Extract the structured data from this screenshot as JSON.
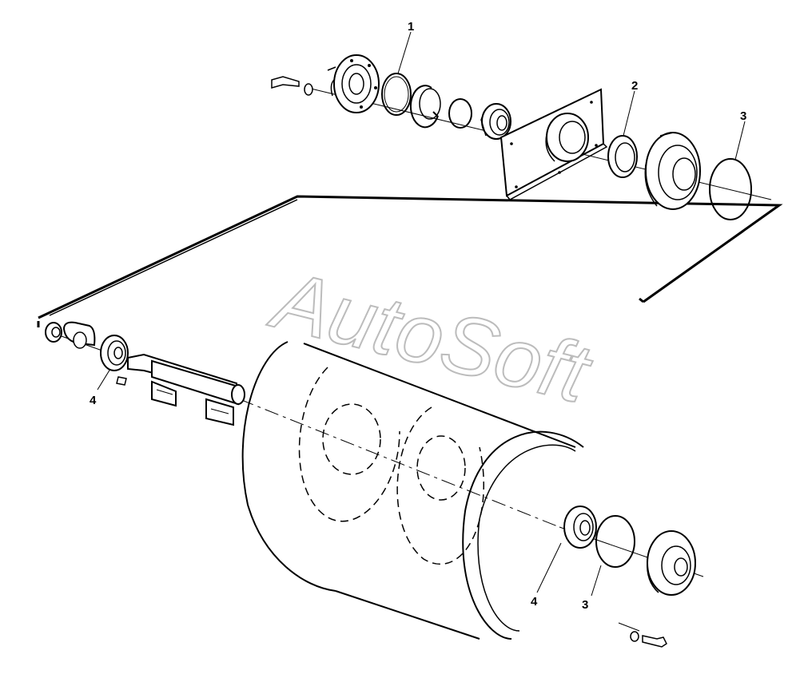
{
  "diagram": {
    "watermark": "AutoSoft",
    "callouts": [
      {
        "id": "c1a",
        "label": "1"
      },
      {
        "id": "c2a",
        "label": "2"
      },
      {
        "id": "c3a",
        "label": "3"
      },
      {
        "id": "c4a",
        "label": "4"
      },
      {
        "id": "c4b",
        "label": "4"
      },
      {
        "id": "c3b",
        "label": "3"
      }
    ]
  },
  "colors": {
    "line": "#000000",
    "watermark": "#bcbcbc",
    "background": "#ffffff"
  }
}
